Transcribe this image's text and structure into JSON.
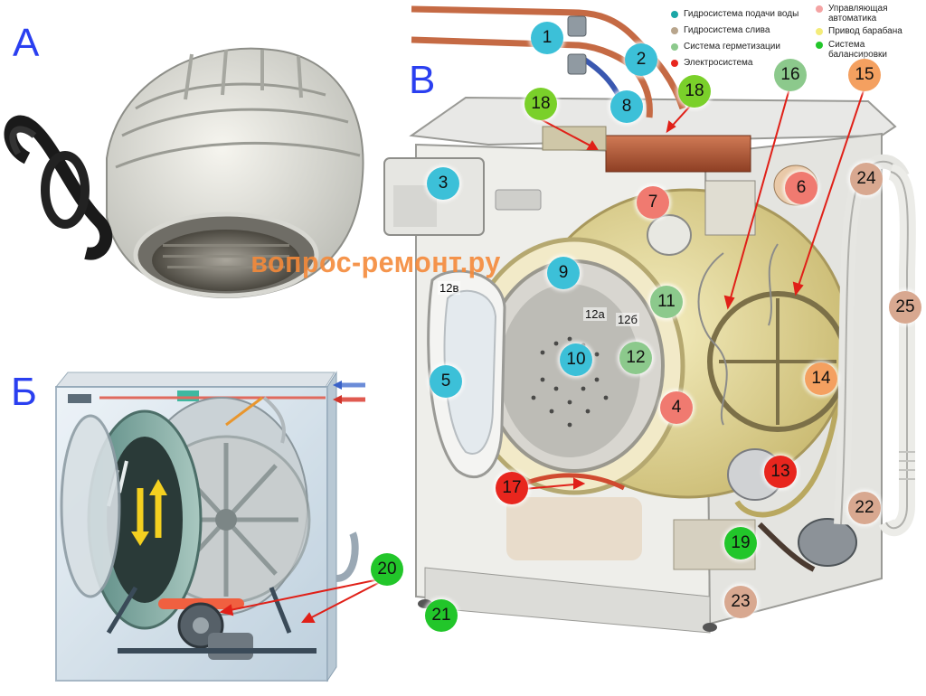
{
  "panels": [
    {
      "id": "A",
      "letter": "А"
    },
    {
      "id": "B",
      "letter": "Б"
    },
    {
      "id": "V",
      "letter": "В"
    }
  ],
  "watermark": "вопрос-ремонт.ру",
  "legend": [
    {
      "label": "Гидросистема подачи воды",
      "color": "#1aa6a6"
    },
    {
      "label": "Гидросистема слива",
      "color": "#b8a58c"
    },
    {
      "label": "Система герметизации",
      "color": "#8cc98c"
    },
    {
      "label": "Электросистема",
      "color": "#e8261e"
    },
    {
      "label": "Управляющая автоматика",
      "color": "#f4a3a3"
    },
    {
      "label": "Привод барабана",
      "color": "#f4ec7a"
    },
    {
      "label": "Система балансировки",
      "color": "#22c62a"
    }
  ],
  "callouts": [
    {
      "label": "1",
      "color": "#3cc0d8"
    },
    {
      "label": "2",
      "color": "#3cc0d8"
    },
    {
      "label": "3",
      "color": "#3cc0d8"
    },
    {
      "label": "4",
      "color": "#f07a70"
    },
    {
      "label": "5",
      "color": "#3cc0d8"
    },
    {
      "label": "6",
      "color": "#f07a70"
    },
    {
      "label": "7",
      "color": "#f07a70"
    },
    {
      "label": "8",
      "color": "#3cc0d8"
    },
    {
      "label": "9",
      "color": "#3cc0d8"
    },
    {
      "label": "10",
      "color": "#3cc0d8"
    },
    {
      "label": "11",
      "color": "#8cc98c"
    },
    {
      "label": "12",
      "color": "#8cc98c"
    },
    {
      "label": "13",
      "color": "#e8261e"
    },
    {
      "label": "14",
      "color": "#f4a060"
    },
    {
      "label": "15",
      "color": "#f4a060"
    },
    {
      "label": "16",
      "color": "#8cc98c"
    },
    {
      "label": "17",
      "color": "#e8261e"
    },
    {
      "label": "18",
      "color": "#7ad02a"
    },
    {
      "label": "18",
      "color": "#7ad02a"
    },
    {
      "label": "19",
      "color": "#22c62a"
    },
    {
      "label": "20",
      "color": "#22c62a"
    },
    {
      "label": "21",
      "color": "#22c62a"
    },
    {
      "label": "22",
      "color": "#d8a890"
    },
    {
      "label": "23",
      "color": "#d8a890"
    },
    {
      "label": "24",
      "color": "#d8a890"
    },
    {
      "label": "25",
      "color": "#d8a890"
    }
  ],
  "sublabels": [
    "12в",
    "12а",
    "12б"
  ]
}
